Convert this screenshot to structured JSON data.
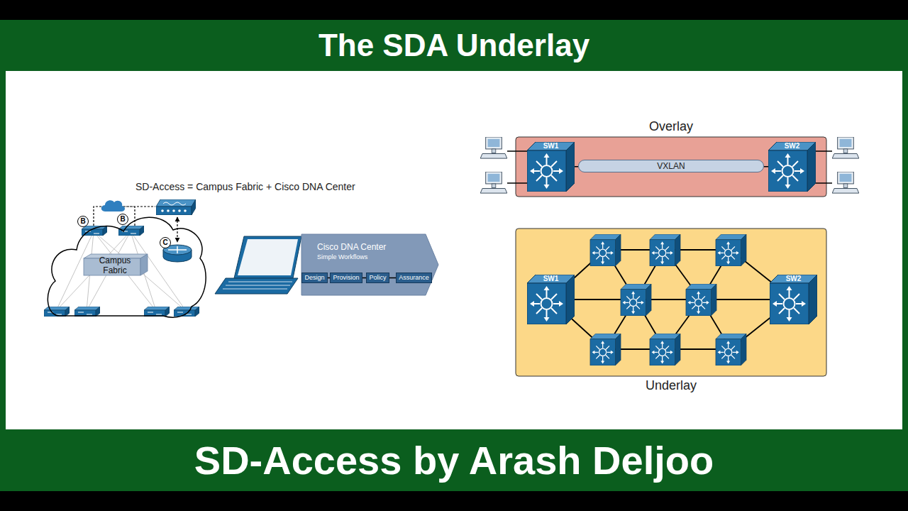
{
  "diagram": {
    "title": "The SDA Underlay",
    "caption": "SD-Access by Arash Deljoo",
    "nodes": [
      {
        "text": [
          "Campus Fabric"
        ]
      },
      {
        "text": [
          "B"
        ]
      },
      {
        "text": [
          "B"
        ]
      },
      {
        "text": [
          "C"
        ]
      },
      {
        "text": [
          "Cisco DNA Center",
          "Simple Workflows"
        ]
      },
      {
        "text": [
          "Design"
        ],
        "in": 4
      },
      {
        "text": [
          "Provision"
        ],
        "in": 4
      },
      {
        "text": [
          "Policy"
        ],
        "in": 4
      },
      {
        "text": [
          "Assurance"
        ],
        "in": 4
      },
      {
        "text": [
          "Overlay"
        ]
      },
      {
        "text": [
          "SW1"
        ],
        "in": 9
      },
      {
        "text": [
          "VXLAN"
        ],
        "in": 9
      },
      {
        "text": [
          "SW2"
        ],
        "in": 9
      },
      {
        "text": [
          "Underlay"
        ]
      },
      {
        "text": [
          "SW1"
        ],
        "in": 13
      },
      {
        "text": [
          "SW2"
        ],
        "in": 13
      }
    ],
    "edges": [
      {
        "from": 5,
        "to": 6,
        "arrow": "none"
      },
      {
        "from": 6,
        "to": 7,
        "arrow": "none"
      },
      {
        "from": 7,
        "to": 8,
        "arrow": "none"
      },
      {
        "from": 10,
        "to": 11,
        "arrow": "none"
      },
      {
        "from": 11,
        "to": 12,
        "arrow": "none"
      }
    ],
    "labels": [
      "SD-Access = Campus Fabric + Cisco DNA Center"
    ]
  }
}
